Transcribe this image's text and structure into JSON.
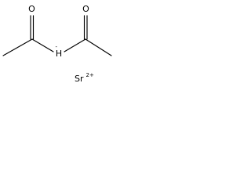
{
  "structure": {
    "atoms": {
      "oxygen_left": "O",
      "oxygen_right": "O",
      "carbanion_hydrogen": "H",
      "metal": "Sr",
      "metal_charge": "2+"
    },
    "colors": {
      "bond": "#000000",
      "text": "#000000",
      "background": "#ffffff"
    }
  }
}
